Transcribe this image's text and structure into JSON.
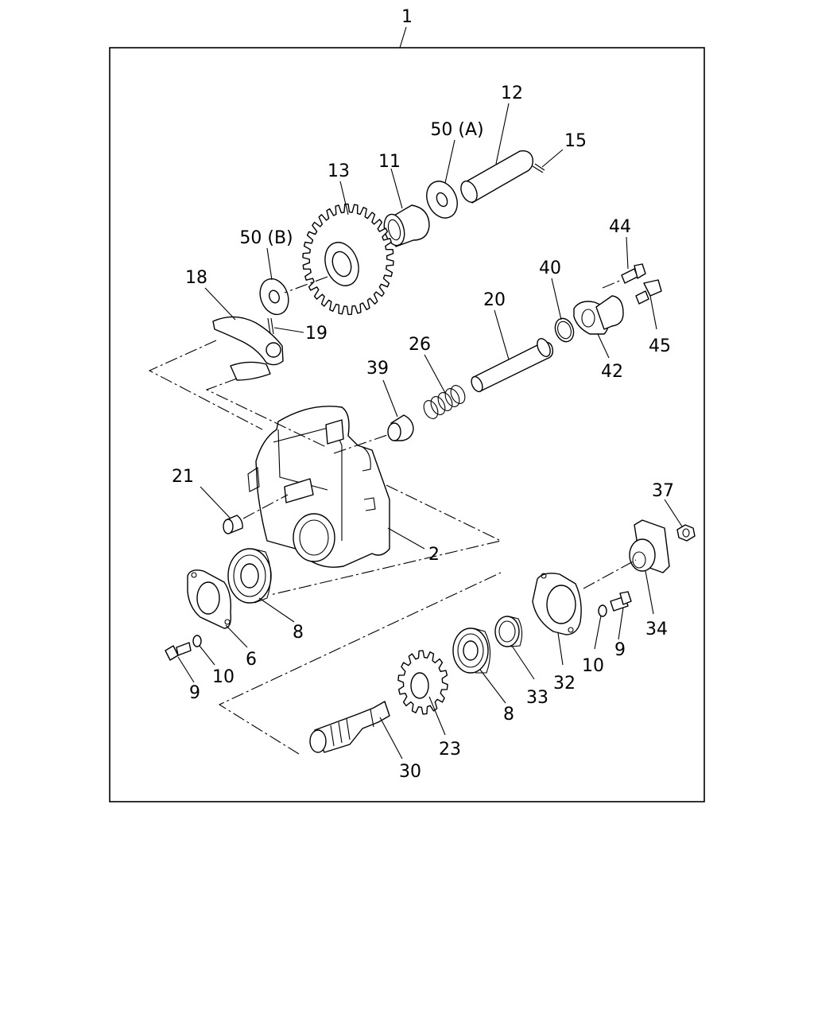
{
  "diagram": {
    "callouts": {
      "c1": "1",
      "c2": "2",
      "c6": "6",
      "c8a": "8",
      "c8b": "8",
      "c9a": "9",
      "c9b": "9",
      "c10a": "10",
      "c10b": "10",
      "c11": "11",
      "c12": "12",
      "c13": "13",
      "c15": "15",
      "c18": "18",
      "c19": "19",
      "c20": "20",
      "c21": "21",
      "c23": "23",
      "c26": "26",
      "c30": "30",
      "c32": "32",
      "c33": "33",
      "c34": "34",
      "c37": "37",
      "c39": "39",
      "c40": "40",
      "c42": "42",
      "c44": "44",
      "c45": "45",
      "c50a": "50 (A)",
      "c50b": "50 (B)"
    }
  }
}
